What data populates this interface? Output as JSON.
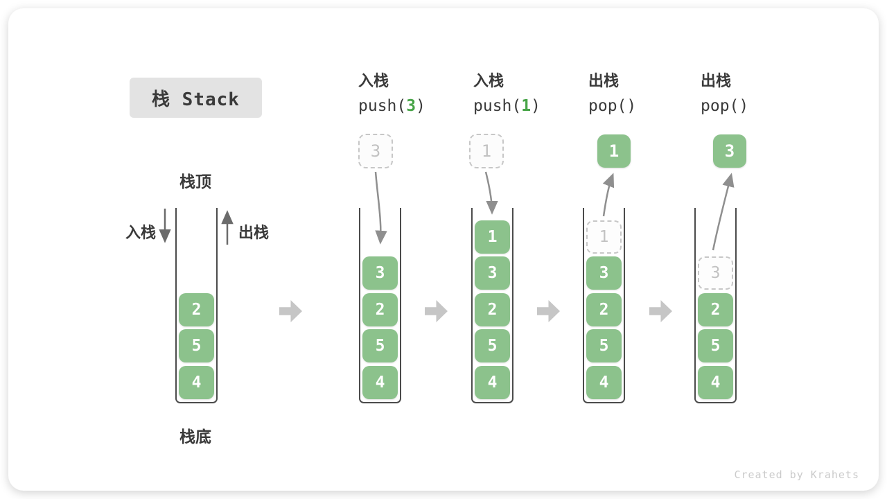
{
  "title": "栈 Stack",
  "watermark": "Created by Krahets",
  "side_labels": {
    "push": "入栈",
    "pop": "出栈",
    "stack_top": "栈顶",
    "stack_bottom": "栈底"
  },
  "operations": [
    {
      "label": "入栈",
      "code_pre": "push(",
      "code_arg": "3",
      "code_post": ")"
    },
    {
      "label": "入栈",
      "code_pre": "push(",
      "code_arg": "1",
      "code_post": ")"
    },
    {
      "label": "出栈",
      "code_pre": "pop(",
      "code_arg": "",
      "code_post": ")"
    },
    {
      "label": "出栈",
      "code_pre": "pop(",
      "code_arg": "",
      "code_post": ")"
    }
  ],
  "floating": [
    {
      "value": "3",
      "kind": "dashed"
    },
    {
      "value": "1",
      "kind": "dashed"
    },
    {
      "value": "1",
      "kind": "solid"
    },
    {
      "value": "3",
      "kind": "solid"
    }
  ],
  "stacks": [
    {
      "items": [
        "2",
        "5",
        "4"
      ]
    },
    {
      "items": [
        "3",
        "2",
        "5",
        "4"
      ]
    },
    {
      "items": [
        "1",
        "3",
        "2",
        "5",
        "4"
      ]
    },
    {
      "items": [
        "1",
        "3",
        "2",
        "5",
        "4"
      ],
      "ghost_index": 0
    },
    {
      "items": [
        "3",
        "2",
        "5",
        "4"
      ],
      "ghost_index": 0
    }
  ],
  "colors": {
    "box_green": "#8cc28c",
    "accent_green": "#47a447",
    "ghost_gray": "#c7c7c7",
    "wall_gray": "#4b4b4b",
    "block_arrow_gray": "#c6c6c6",
    "curve_arrow_gray": "#8f8f8f",
    "badge_bg": "#e3e3e3",
    "text_dark": "#3a3a3a",
    "watermark_gray": "#cbcbcb"
  }
}
